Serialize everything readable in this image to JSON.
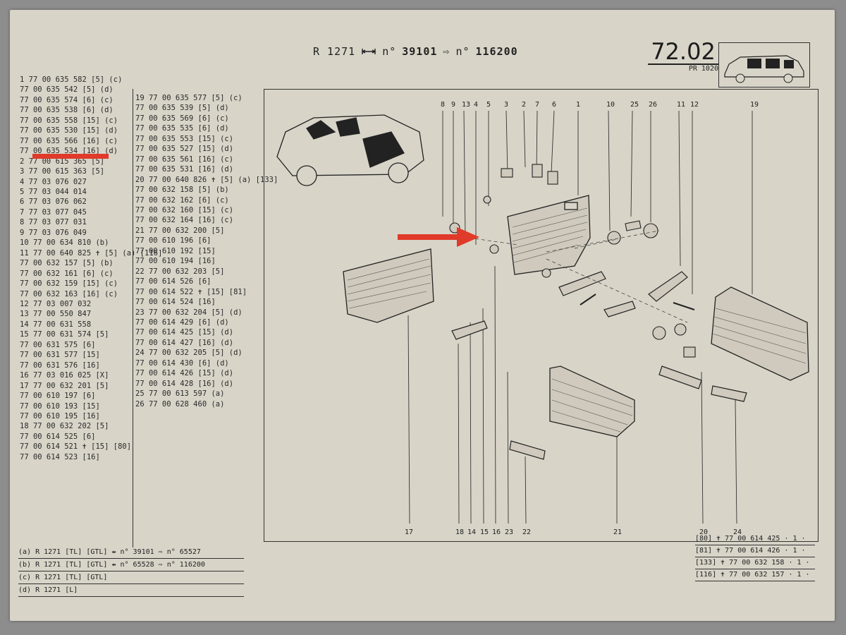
{
  "header": {
    "model": "R 1271",
    "serial_prefix": "n°",
    "serial_from": "39101",
    "arrow": "⇨",
    "serial_to_prefix": "n°",
    "serial_to": "116200"
  },
  "page": {
    "number": "72.02",
    "sub": "PR 1020"
  },
  "parts_col1": [
    "1 77 00 635 582 [5] (c)",
    "77 00 635 542 [5] (d)",
    "77 00 635 574 [6] (c)",
    "77 00 635 538 [6] (d)",
    "77 00 635 558 [15] (c)",
    "77 00 635 530 [15] (d)",
    "77 00 635 566 [16] (c)",
    "77 00 635 534 [16] (d)",
    "2 77 00 615 365 [5]",
    "3 77 00 615 363 [5]",
    "4 77 03 076 027",
    "5 77 03 044 014",
    "6 77 03 076 062",
    "7 77 03 077 045",
    "8 77 03 077 031",
    "9 77 03 076 049",
    "10 77 00 634 810 (b)",
    "11 77 00 640 825 ✝ [5] (a) [116]",
    "77 00 632 157 [5] (b)",
    "77 00 632 161 [6] (c)",
    "77 00 632 159 [15] (c)",
    "77 00 632 163 [16] (c)",
    "12 77 03 007 032",
    "13 77 00 550 847",
    "14 77 00 631 558",
    "15 77 00 631 574 [5]",
    "77 00 631 575 [6]",
    "77 00 631 577 [15]",
    "77 00 631 576 [16]",
    "16 77 03 016 025 [X]",
    "17 77 00 632 201 [5]",
    "77 00 610 197 [6]",
    "77 00 610 193 [15]",
    "77 00 610 195 [16]",
    "18 77 00 632 202 [5]",
    "77 00 614 525 [6]",
    "77 00 614 521 ✝ [15] [80]",
    "77 00 614 523 [16]"
  ],
  "parts_col2": [
    "19 77 00 635 577 [5] (c)",
    "77 00 635 539 [5] (d)",
    "77 00 635 569 [6] (c)",
    "77 00 635 535 [6] (d)",
    "77 00 635 553 [15] (c)",
    "77 00 635 527 [15] (d)",
    "77 00 635 561 [16] (c)",
    "77 00 635 531 [16] (d)",
    "20 77 00 640 826 ✝ [5] (a) [133]",
    "77 00 632 158 [5] (b)",
    "77 00 632 162 [6] (c)",
    "77 00 632 160 [15] (c)",
    "77 00 632 164 [16] (c)",
    "21 77 00 632 200 [5]",
    "77 00 610 196 [6]",
    "77 00 610 192 [15]",
    "77 00 610 194 [16]",
    "22 77 00 632 203 [5]",
    "77 00 614 526 [6]",
    "77 00 614 522 ✝ [15] [81]",
    "77 00 614 524 [16]",
    "23 77 00 632 204 [5] (d)",
    "77 00 614 429 [6] (d)",
    "77 00 614 425 [15] (d)",
    "77 00 614 427 [16] (d)",
    "24 77 00 632 205 [5] (d)",
    "77 00 614 430 [6] (d)",
    "77 00 614 426 [15] (d)",
    "77 00 614 428 [16] (d)",
    "25 77 00 613 597 (a)",
    "26 77 00 628 460 (a)"
  ],
  "notes": [
    "(a) R 1271 [TL] [GTL] ⇹ n° 39101 ⇨ n° 65527",
    "(b) R 1271 [TL] [GTL] ⇹ n° 65528 ⇨ n° 116200",
    "(c) R 1271 [TL] [GTL]",
    "(d) R 1271 [L]"
  ],
  "refs": [
    "[80] ✝ 77 00 614 425 · 1 ·",
    "[81] ✝ 77 00 614 426 · 1 ·",
    "[133] ✝ 77 00 632 158 · 1 ·",
    "[116] ✝ 77 00 632 157 · 1 ·"
  ],
  "callouts_top": [
    "8",
    "9",
    "13",
    "4",
    "5",
    "3",
    "2",
    "7",
    "6",
    "1",
    "10",
    "25",
    "26",
    "11",
    "12",
    "19"
  ],
  "callouts_bottom": [
    "17",
    "18",
    "14",
    "15",
    "16",
    "23",
    "22",
    "21",
    "20",
    "24"
  ],
  "colors": {
    "paper": "#d8d4c8",
    "ink": "#222222",
    "highlight": "#e03a2a",
    "frame": "#8d8d8d"
  }
}
